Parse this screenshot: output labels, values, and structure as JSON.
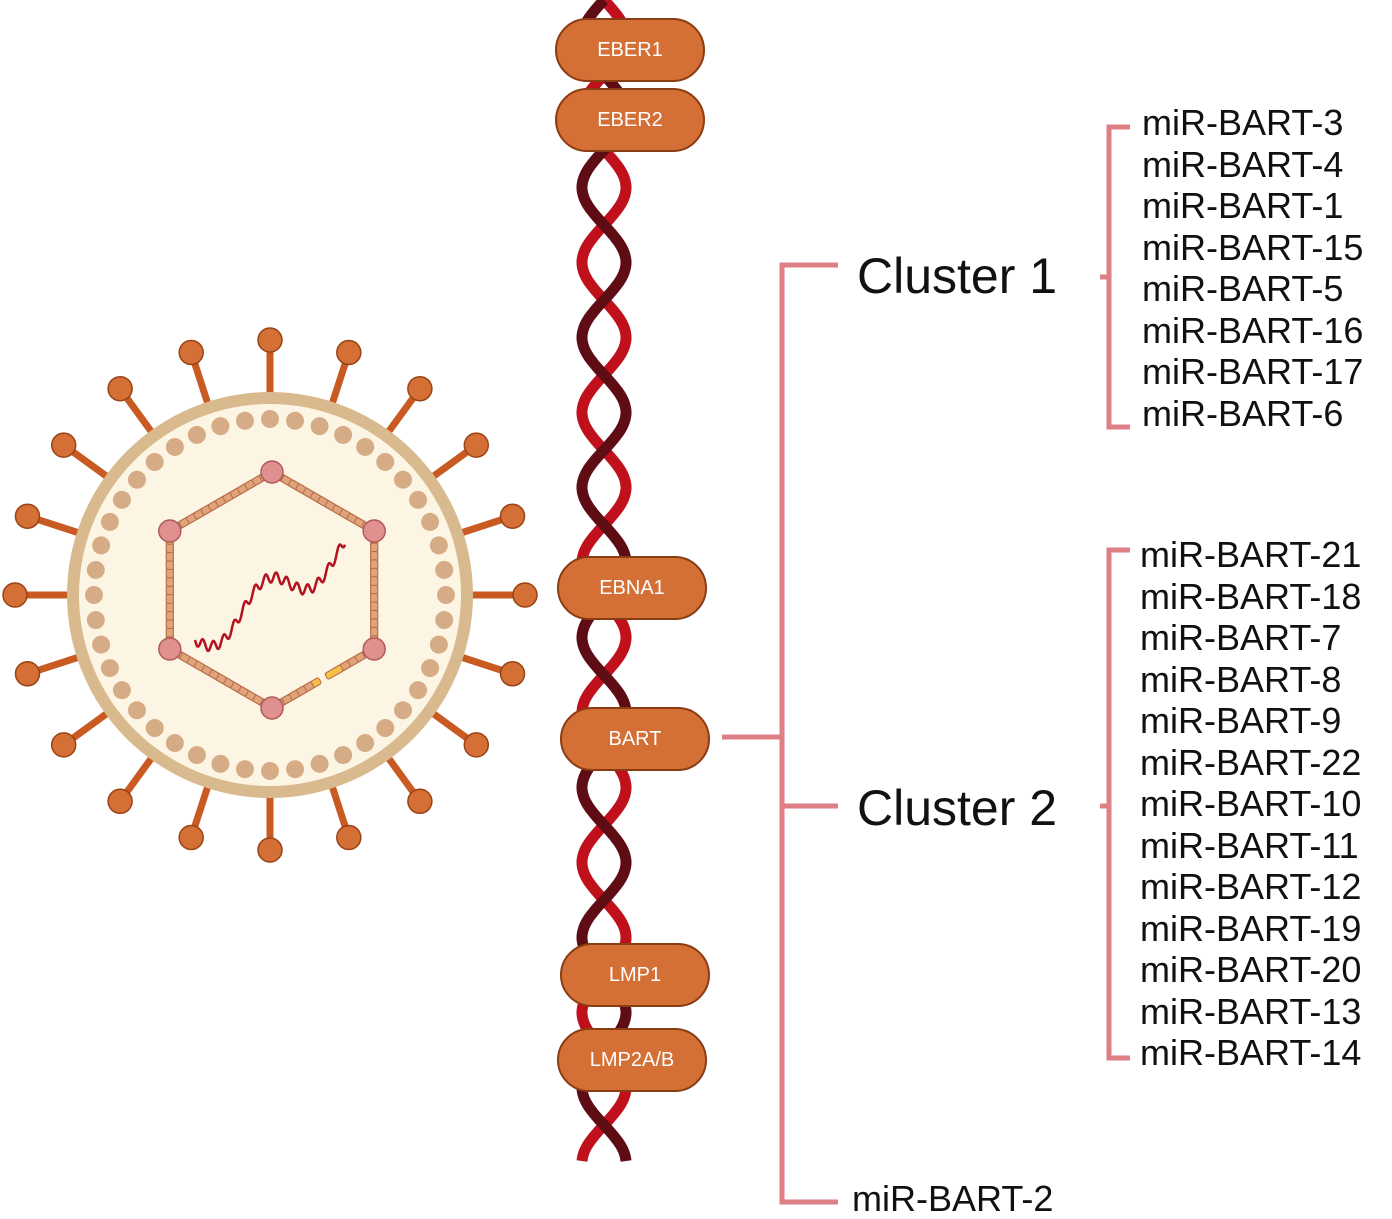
{
  "genome": {
    "genes": [
      {
        "id": "eber1",
        "label": "EBER1"
      },
      {
        "id": "eber2",
        "label": "EBER2"
      },
      {
        "id": "ebna1",
        "label": "EBNA1"
      },
      {
        "id": "bart",
        "label": "BART"
      },
      {
        "id": "lmp1",
        "label": "LMP1"
      },
      {
        "id": "lmp2ab",
        "label": "LMP2A/B"
      }
    ]
  },
  "clusters": [
    {
      "label": "Cluster 1",
      "mirnas": [
        "miR-BART-3",
        "miR-BART-4",
        "miR-BART-1",
        "miR-BART-15",
        "miR-BART-5",
        "miR-BART-16",
        "miR-BART-17",
        "miR-BART-6"
      ]
    },
    {
      "label": "Cluster 2",
      "mirnas": [
        "miR-BART-21",
        "miR-BART-18",
        "miR-BART-7",
        "miR-BART-8",
        "miR-BART-9",
        "miR-BART-22",
        "miR-BART-10",
        "miR-BART-11",
        "miR-BART-12",
        "miR-BART-19",
        "miR-BART-20",
        "miR-BART-13",
        "miR-BART-14"
      ]
    }
  ],
  "standalone_mirna": "miR-BART-2",
  "colors": {
    "gene_fill": "#d46f35",
    "gene_border": "#8a3c12",
    "bracket": "#de7f86",
    "dna_strand_a": "#c0101c",
    "dna_strand_b": "#5e0d14",
    "virion_envelope": "#d9b98e",
    "virion_interior": "#fdf5e4",
    "spike": "#c85a22"
  }
}
